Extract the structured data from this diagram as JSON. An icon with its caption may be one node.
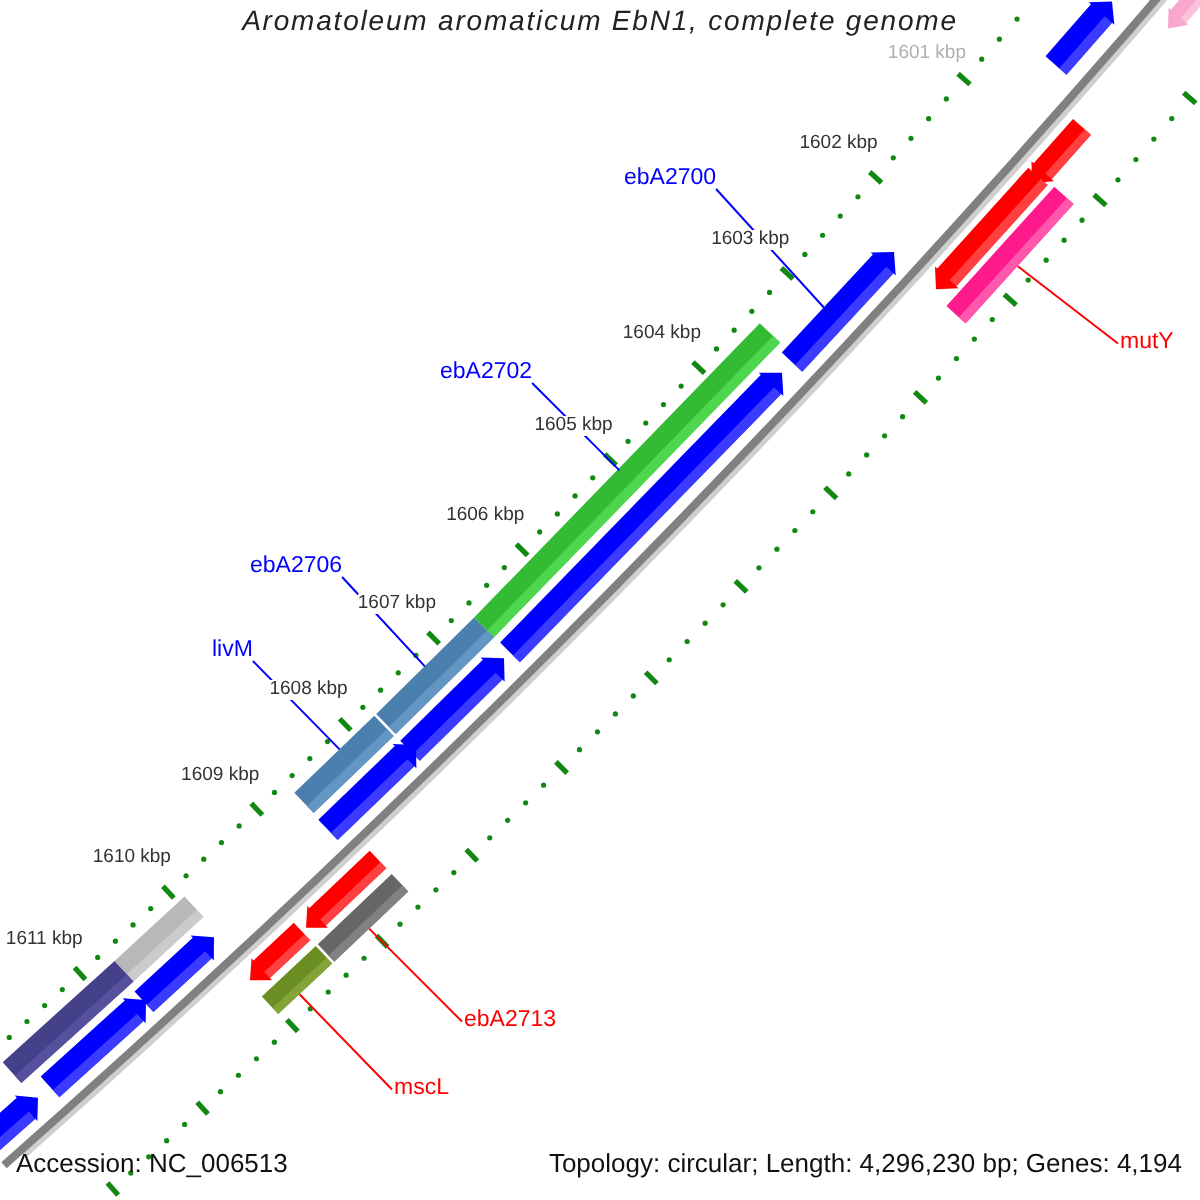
{
  "diagram": {
    "title": "Aromatoleum aromaticum EbN1, complete genome",
    "nodes": [
      {
        "text": [
          "ebA2700"
        ]
      },
      {
        "text": [],
        "shape": "bar"
      },
      {
        "text": [
          "mutY"
        ]
      },
      {
        "text": [],
        "shape": "bar"
      },
      {
        "text": [
          "ebA2702"
        ]
      },
      {
        "text": [],
        "shape": "bar"
      },
      {
        "text": [
          "ebA2706"
        ]
      },
      {
        "text": [],
        "shape": "bar"
      },
      {
        "text": [
          "livM"
        ]
      },
      {
        "text": [],
        "shape": "bar"
      },
      {
        "text": [
          "ebA2713"
        ]
      },
      {
        "text": [],
        "shape": "bar"
      },
      {
        "text": [
          "mscL"
        ]
      },
      {
        "text": [],
        "shape": "bar"
      },
      {
        "text": [],
        "shape": "bar"
      },
      {
        "text": [],
        "shape": "bar"
      },
      {
        "text": [],
        "shape": "bar"
      },
      {
        "text": [],
        "shape": "bar"
      },
      {
        "text": [],
        "shape": "bar"
      },
      {
        "text": [],
        "shape": "bar"
      },
      {
        "text": [],
        "shape": "bar"
      },
      {
        "text": [],
        "shape": "bar"
      },
      {
        "text": [],
        "shape": "bar"
      },
      {
        "text": [],
        "shape": "bar"
      },
      {
        "text": [],
        "shape": "bar"
      },
      {
        "text": [],
        "shape": "bar"
      },
      {
        "text": [],
        "shape": "bar"
      },
      {
        "text": [],
        "shape": "bar"
      }
    ],
    "edges": [
      {
        "from": 0,
        "to": 1,
        "arrow": "none"
      },
      {
        "from": 2,
        "to": 3,
        "arrow": "none",
        "color": "#ff0000"
      },
      {
        "from": 4,
        "to": 5,
        "arrow": "none"
      },
      {
        "from": 6,
        "to": 7,
        "arrow": "none"
      },
      {
        "from": 8,
        "to": 9,
        "arrow": "none"
      },
      {
        "from": 10,
        "to": 11,
        "arrow": "none",
        "color": "#ff0000"
      },
      {
        "from": 12,
        "to": 13,
        "arrow": "none",
        "color": "#ff0000"
      }
    ],
    "labels": [
      "1601 kbp",
      "1602 kbp",
      "1603 kbp",
      "1604 kbp",
      "1605 kbp",
      "1606 kbp",
      "1607 kbp",
      "1608 kbp",
      "1609 kbp",
      "1610 kbp",
      "1611 kbp",
      "Accession: NC_006513",
      "Topology: circular; Length: 4,296,230 bp; Genes: 4,194"
    ]
  }
}
